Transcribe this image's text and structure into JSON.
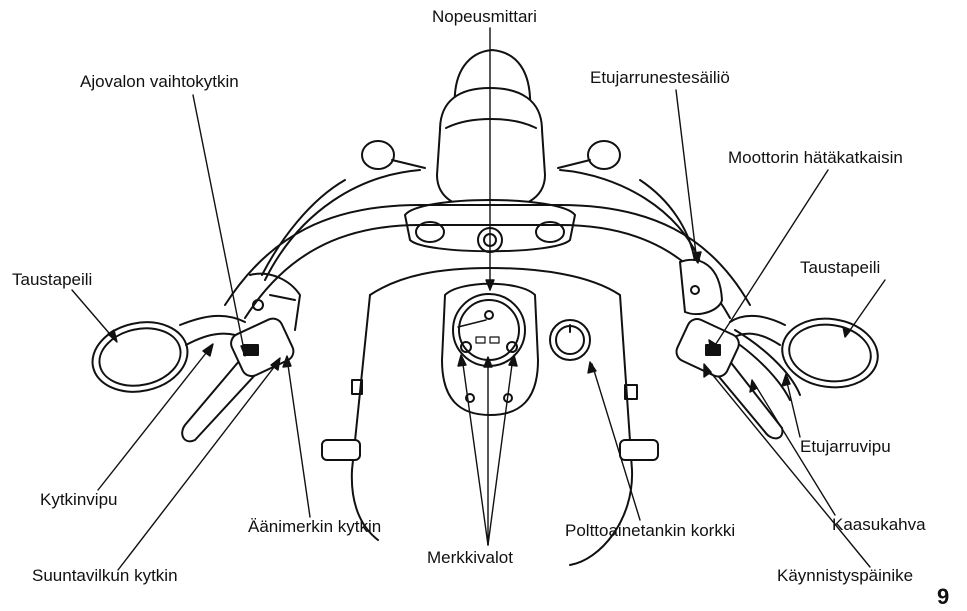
{
  "labels": {
    "nopeusmittari": "Nopeusmittari",
    "ajovalon": "Ajovalon vaihtokytkin",
    "etujarrunestesailio": "Etujarrunestesäiliö",
    "moottorin": "Moottorin hätäkatkaisin",
    "taustapeili_left": "Taustapeili",
    "taustapeili_right": "Taustapeili",
    "etujarruvipu": "Etujarruvipu",
    "kytkinvipu": "Kytkinvipu",
    "aanimerkin": "Äänimerkin kytkin",
    "polttoaine": "Polttoainetankin korkki",
    "kaasukahva": "Kaasukahva",
    "merkkivalot": "Merkkivalot",
    "suuntavilkun": "Suuntavilkun kytkin",
    "kaynnistys": "Käynnistyspäinike"
  },
  "page_number": "9"
}
